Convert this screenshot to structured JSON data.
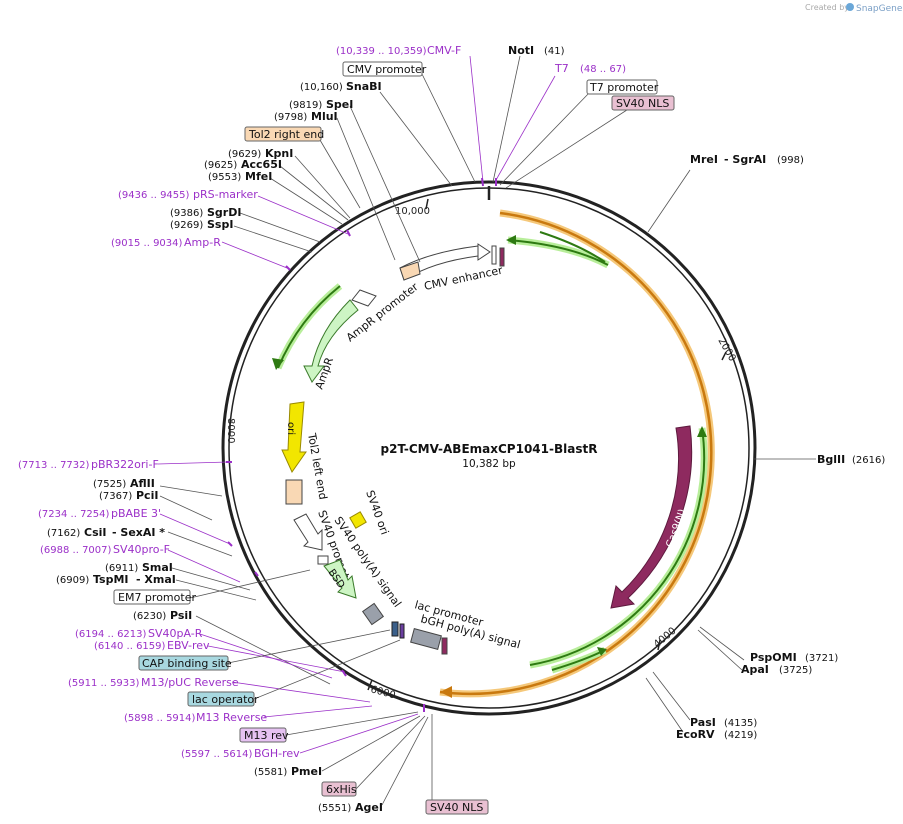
{
  "header": {
    "created_by": "Created by",
    "brand": "SnapGene"
  },
  "plasmid": {
    "name": "p2T-CMV-ABEmaxCP1041-BlastR",
    "length": "10,382 bp",
    "tick_labels": [
      "10,000",
      "2000",
      "4000",
      "6000",
      "8000"
    ]
  },
  "primer_labels": [
    {
      "coords": "(10,339 .. 10,359)",
      "name": "CMV-F"
    },
    {
      "coords": "(48 .. 67)",
      "name": "T7"
    },
    {
      "coords": "(9436 .. 9455)",
      "name": "pRS-marker"
    },
    {
      "coords": "(9015 .. 9034)",
      "name": "Amp-R"
    },
    {
      "coords": "(7713 .. 7732)",
      "name": "pBR322ori-F"
    },
    {
      "coords": "(7234 .. 7254)",
      "name": "pBABE 3'"
    },
    {
      "coords": "(6988 .. 7007)",
      "name": "SV40pro-F"
    },
    {
      "coords": "(6194 .. 6213)",
      "name": "SV40pA-R"
    },
    {
      "coords": "(6140 .. 6159)",
      "name": "EBV-rev"
    },
    {
      "coords": "(5911 .. 5933)",
      "name": "M13/pUC Reverse"
    },
    {
      "coords": "(5898 .. 5914)",
      "name": "M13 Reverse"
    },
    {
      "coords": "(5597 .. 5614)",
      "name": "BGH-rev"
    }
  ],
  "enzymes_left": [
    {
      "pos": "(10,160)",
      "name": "SnaBI"
    },
    {
      "pos": "(9819)",
      "name": "SpeI"
    },
    {
      "pos": "(9798)",
      "name": "MluI"
    },
    {
      "pos": "(9629)",
      "name": "KpnI"
    },
    {
      "pos": "(9625)",
      "name": "Acc65I"
    },
    {
      "pos": "(9553)",
      "name": "MfeI"
    },
    {
      "pos": "(9386)",
      "name": "SgrDI"
    },
    {
      "pos": "(9269)",
      "name": "SspI"
    },
    {
      "pos": "(7525)",
      "name": "AflII"
    },
    {
      "pos": "(7367)",
      "name": "PciI"
    },
    {
      "pos": "(7162)",
      "name": "CsiI",
      "extra": "- SexAI *"
    },
    {
      "pos": "(6911)",
      "name": "SmaI"
    },
    {
      "pos": "(6909)",
      "name": "TspMI",
      "extra": "- XmaI"
    },
    {
      "pos": "(6230)",
      "name": "PsiI"
    },
    {
      "pos": "(5581)",
      "name": "PmeI"
    },
    {
      "pos": "(5551)",
      "name": "AgeI"
    }
  ],
  "enzymes_right": [
    {
      "pos": "(41)",
      "name": "NotI"
    },
    {
      "pos": "(998)",
      "name": "MreI",
      "extra": "- SgrAI"
    },
    {
      "pos": "(2616)",
      "name": "BglII"
    },
    {
      "pos": "(3721)",
      "name": "PspOMI"
    },
    {
      "pos": "(3725)",
      "name": "ApaI"
    },
    {
      "pos": "(4135)",
      "name": "PasI"
    },
    {
      "pos": "(4219)",
      "name": "EcoRV"
    }
  ],
  "boxed_features": [
    {
      "name": "CMV promoter"
    },
    {
      "name": "T7 promoter"
    },
    {
      "name": "SV40 NLS"
    },
    {
      "name": "Tol2 right end"
    },
    {
      "name": "EM7 promoter"
    },
    {
      "name": "CAP binding site"
    },
    {
      "name": "lac operator"
    },
    {
      "name": "M13 rev"
    },
    {
      "name": "6xHis"
    },
    {
      "name": "SV40 NLS"
    }
  ],
  "inner_features": {
    "cmv_enhancer": "CMV enhancer",
    "ampr_promoter": "AmpR promoter",
    "ampr": "AmpR",
    "ori": "ori",
    "tol2_left": "Tol2 left end",
    "sv40_ori": "SV40 ori",
    "sv40_promoter": "SV40 promoter",
    "sv40_polya": "SV40 poly(A) signal",
    "bsd": "BSD",
    "lac_promoter": "lac promoter",
    "bgh_polya": "bGH poly(A) signal",
    "cas9": "Cas9(N)"
  },
  "colors": {
    "backbone": "#222222",
    "primer": "#9b30c8",
    "cas9": "#8e2a5f",
    "orange_orf": "#d98b1c",
    "green_arrow": "#2e8b1a",
    "ori_yellow": "#f2e600",
    "ampr_fill": "#cdf5c4",
    "tol2_fill": "#f9d8b4",
    "cap_fill": "#a8d8e0",
    "nls_fill": "#e9c0d2",
    "m13_fill": "#e6c2f2"
  }
}
